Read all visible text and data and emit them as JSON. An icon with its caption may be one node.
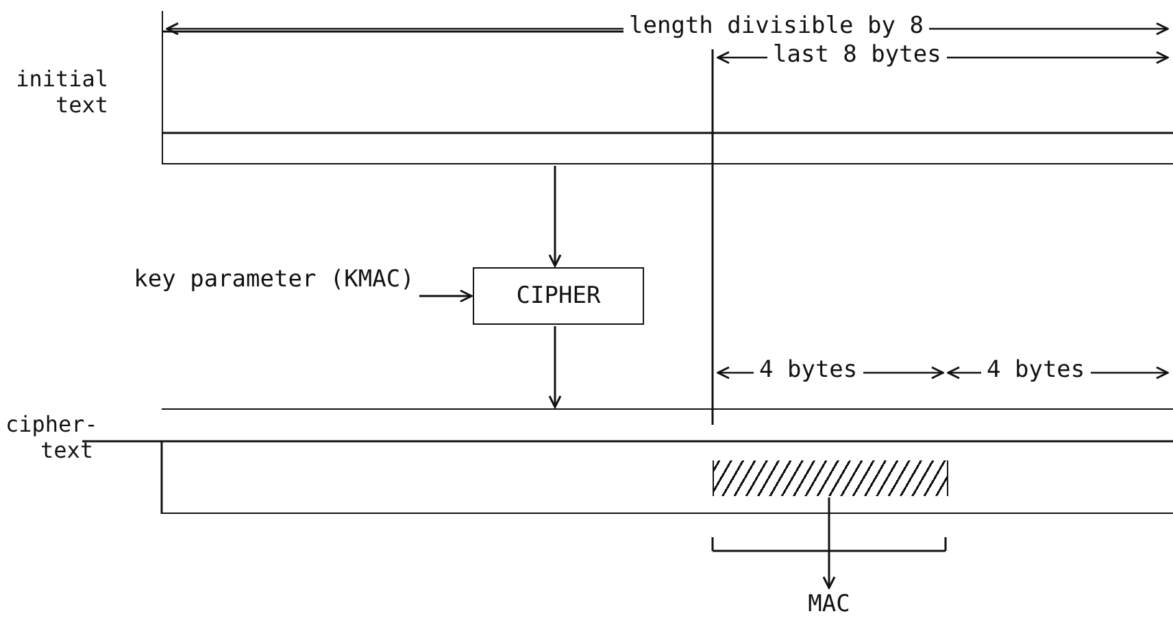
{
  "diagram": {
    "nodes": [
      {
        "text": [
          "initial text"
        ]
      },
      {
        "text": [
          "CIPHER"
        ]
      },
      {
        "text": [
          "cipher-text"
        ]
      },
      {
        "text": [
          "key parameter (KMAC)"
        ]
      },
      {
        "text": [],
        "shape": "box",
        "in": 2
      },
      {
        "text": [
          "MAC"
        ]
      }
    ],
    "edges": [
      {
        "from": 0,
        "to": 1,
        "arrow": "to"
      },
      {
        "from": 3,
        "to": 1,
        "arrow": "to"
      },
      {
        "from": 1,
        "to": 2,
        "arrow": "to"
      },
      {
        "from": 4,
        "to": 5,
        "arrow": "to"
      }
    ],
    "labels": [
      "length divisible by 8",
      "last 8 bytes",
      "4 bytes",
      "4 bytes"
    ]
  }
}
